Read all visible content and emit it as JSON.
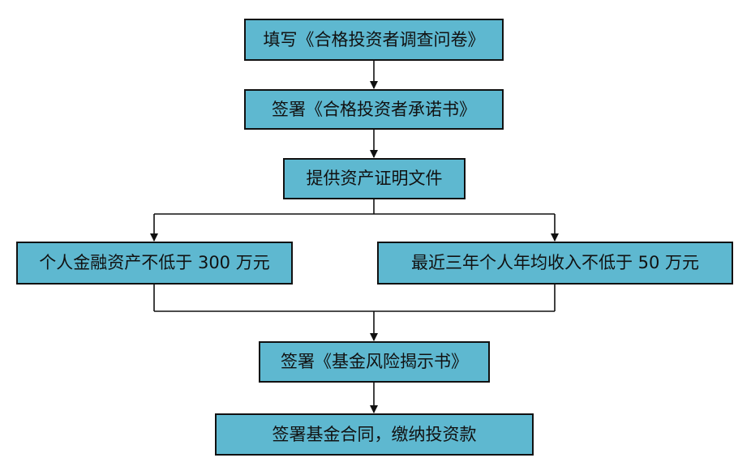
{
  "flowchart": {
    "step_fill_questionnaire": "填写《合格投资者调查问卷》",
    "step_sign_commitment": "签署《合格投资者承诺书》",
    "step_provide_asset_proof": "提供资产证明文件",
    "option_personal_assets": "个人金融资产不低于 300 万元",
    "option_annual_income": "最近三年个人年均收入不低于 50 万元",
    "step_sign_risk_disclosure": "签署《基金风险揭示书》",
    "step_sign_contract_pay": "签署基金合同，缴纳投资款"
  },
  "colors": {
    "box_fill": "#5eb8d0",
    "border": "#111111",
    "connector": "#111111"
  }
}
